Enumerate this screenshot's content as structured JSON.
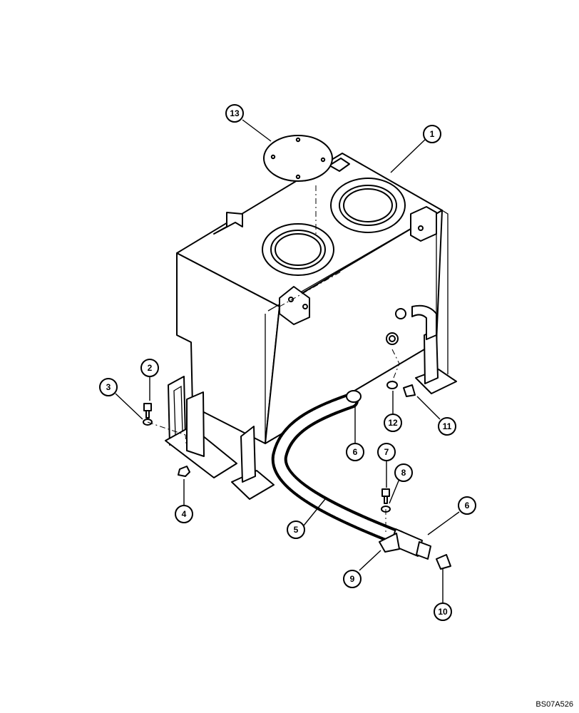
{
  "drawing_code": "BS07A526",
  "callouts": [
    {
      "id": "callout-1",
      "label": "1"
    },
    {
      "id": "callout-2",
      "label": "2"
    },
    {
      "id": "callout-3",
      "label": "3"
    },
    {
      "id": "callout-4",
      "label": "4"
    },
    {
      "id": "callout-5",
      "label": "5"
    },
    {
      "id": "callout-6a",
      "label": "6"
    },
    {
      "id": "callout-6b",
      "label": "6"
    },
    {
      "id": "callout-7",
      "label": "7"
    },
    {
      "id": "callout-8",
      "label": "8"
    },
    {
      "id": "callout-9",
      "label": "9"
    },
    {
      "id": "callout-10",
      "label": "10"
    },
    {
      "id": "callout-11",
      "label": "11"
    },
    {
      "id": "callout-12",
      "label": "12"
    },
    {
      "id": "callout-13",
      "label": "13"
    }
  ]
}
